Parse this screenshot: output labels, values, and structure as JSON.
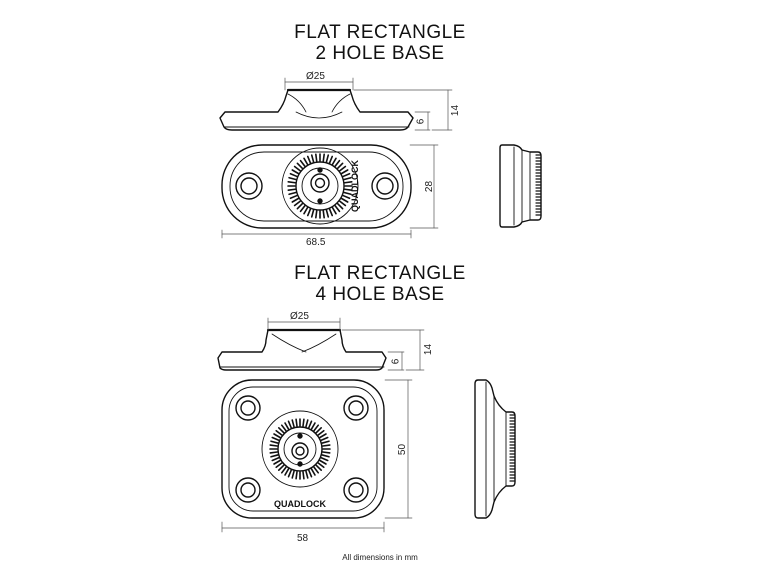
{
  "section1": {
    "title_line1": "FLAT RECTANGLE",
    "title_line2": "2 HOLE BASE",
    "dim_diameter": "Ø25",
    "dim_thickness": "6",
    "dim_height": "14",
    "dim_width": "68.5",
    "dim_depth": "28",
    "logo": "QUADLOCK"
  },
  "section2": {
    "title_line1": "FLAT RECTANGLE",
    "title_line2": "4 HOLE BASE",
    "dim_diameter": "Ø25",
    "dim_thickness": "6",
    "dim_height": "14",
    "dim_width": "58",
    "dim_depth": "50",
    "logo": "QUADLOCK"
  },
  "footnote": "All dimensions in mm",
  "colors": {
    "stroke": "#111111",
    "dimension": "#555555",
    "background": "#ffffff"
  }
}
